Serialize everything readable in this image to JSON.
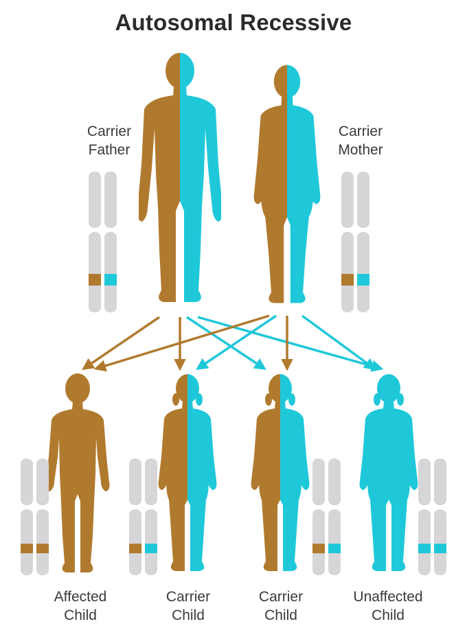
{
  "title": "Autosomal Recessive",
  "colors": {
    "mutant": "#B07A2E",
    "normal": "#1FC8D9",
    "chromosome": "#D6D6D8",
    "text": "#3a3a3a"
  },
  "parents": [
    {
      "id": "father",
      "line1": "Carrier",
      "line2": "Father",
      "alleles": [
        "mutant",
        "normal"
      ]
    },
    {
      "id": "mother",
      "line1": "Carrier",
      "line2": "Mother",
      "alleles": [
        "mutant",
        "normal"
      ]
    }
  ],
  "children": [
    {
      "id": "child-1",
      "line1": "Affected",
      "line2": "Child",
      "alleles": [
        "mutant",
        "mutant"
      ]
    },
    {
      "id": "child-2",
      "line1": "Carrier",
      "line2": "Child",
      "alleles": [
        "mutant",
        "normal"
      ]
    },
    {
      "id": "child-3",
      "line1": "Carrier",
      "line2": "Child",
      "alleles": [
        "mutant",
        "normal"
      ]
    },
    {
      "id": "child-4",
      "line1": "Unaffected",
      "line2": "Child",
      "alleles": [
        "normal",
        "normal"
      ]
    }
  ]
}
